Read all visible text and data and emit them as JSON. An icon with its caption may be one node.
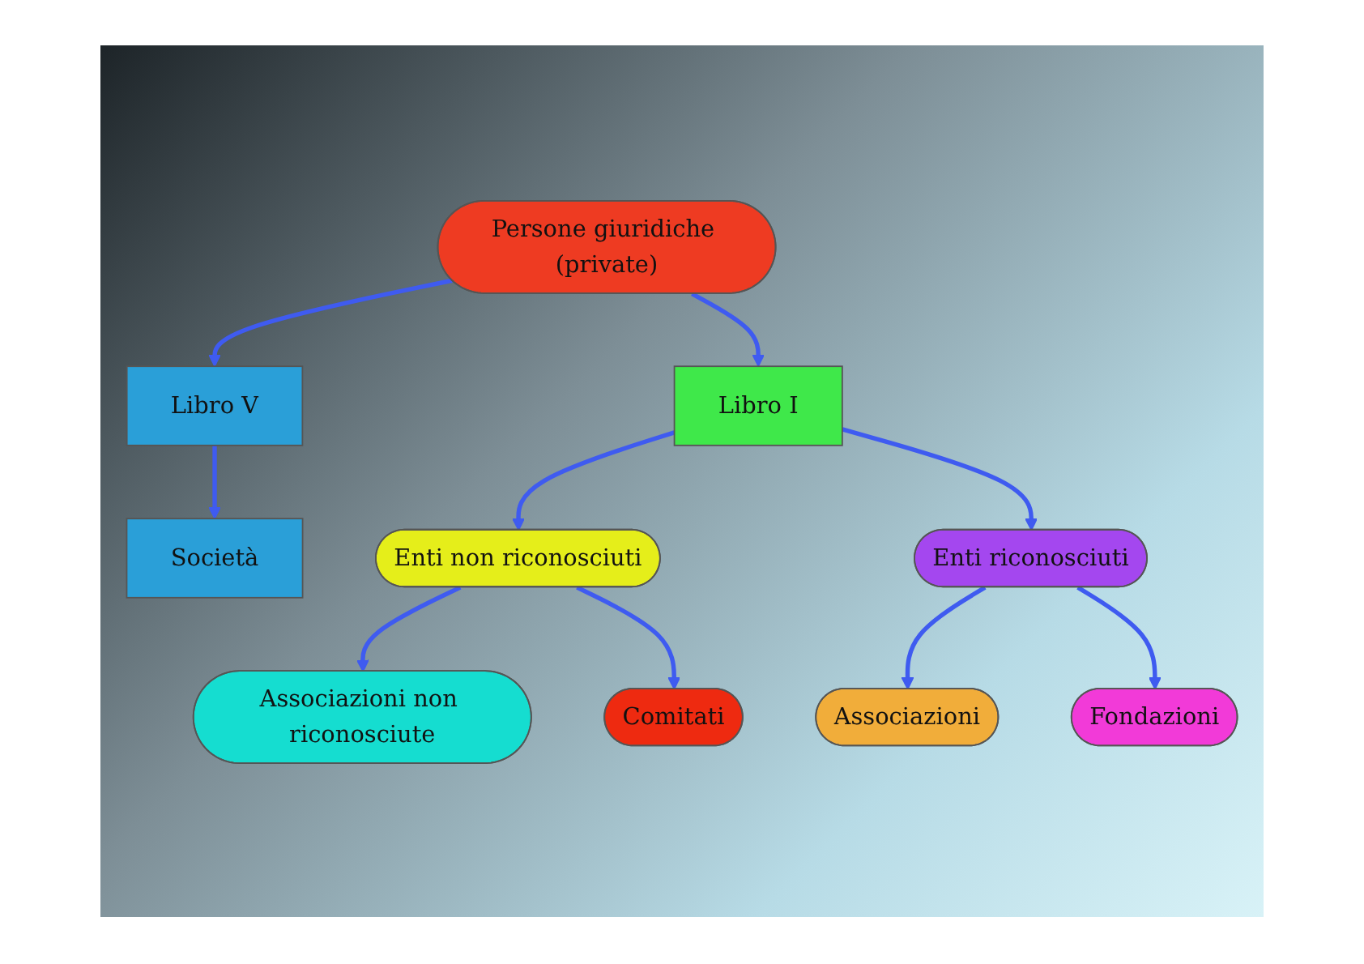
{
  "diagram": {
    "nodes": [
      {
        "text": [
          "Persone giuridiche (private)"
        ]
      },
      {
        "text": [
          "Libro V"
        ]
      },
      {
        "text": [
          "Società"
        ]
      },
      {
        "text": [
          "Libro I"
        ]
      },
      {
        "text": [
          "Enti non riconosciuti"
        ]
      },
      {
        "text": [
          "Associazioni non riconosciute"
        ]
      },
      {
        "text": [
          "Comitati"
        ]
      },
      {
        "text": [
          "Enti riconosciuti"
        ]
      },
      {
        "text": [
          "Associazioni"
        ]
      },
      {
        "text": [
          "Fondazioni"
        ]
      }
    ],
    "edges": [
      {
        "from": 0,
        "to": 1,
        "arrow": "to"
      },
      {
        "from": 1,
        "to": 2,
        "arrow": "to"
      },
      {
        "from": 0,
        "to": 3,
        "arrow": "to"
      },
      {
        "from": 3,
        "to": 4,
        "arrow": "to"
      },
      {
        "from": 4,
        "to": 5,
        "arrow": "to"
      },
      {
        "from": 4,
        "to": 6,
        "arrow": "to"
      },
      {
        "from": 3,
        "to": 7,
        "arrow": "to"
      },
      {
        "from": 7,
        "to": 8,
        "arrow": "to"
      },
      {
        "from": 7,
        "to": 9,
        "arrow": "to"
      }
    ]
  }
}
